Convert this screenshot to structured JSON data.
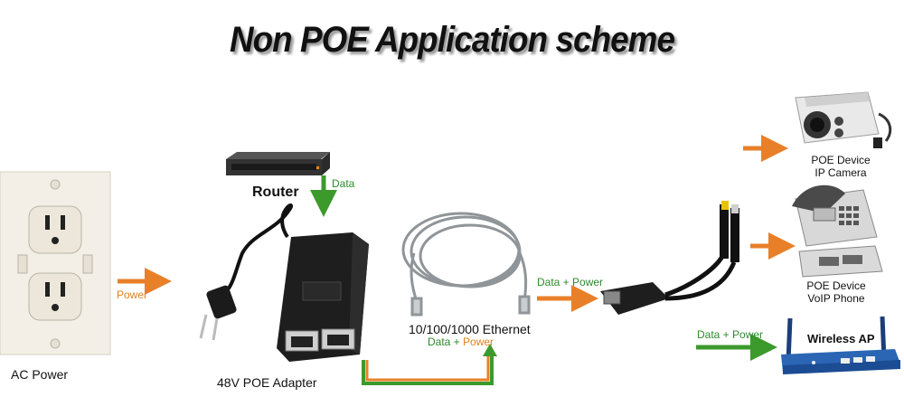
{
  "title": "Non POE Application scheme",
  "labels": {
    "ac_power": "AC Power",
    "router": "Router",
    "adapter": "48V POE Adapter",
    "ethernet": "10/100/1000 Ethernet",
    "power_arrow": "Power",
    "data_arrow": "Data",
    "data_plus": "Data + ",
    "power_word": "Power",
    "splitter_label": "Data + Power",
    "wireless_arrow_label": "Data + Power",
    "ip_camera_line1": "POE Device",
    "ip_camera_line2": "IP Camera",
    "voip_line1": "POE Device",
    "voip_line2": "VoIP Phone",
    "wireless_ap": "Wireless AP"
  },
  "colors": {
    "arrow_orange": "#e8802a",
    "arrow_green": "#3c9a2c"
  }
}
